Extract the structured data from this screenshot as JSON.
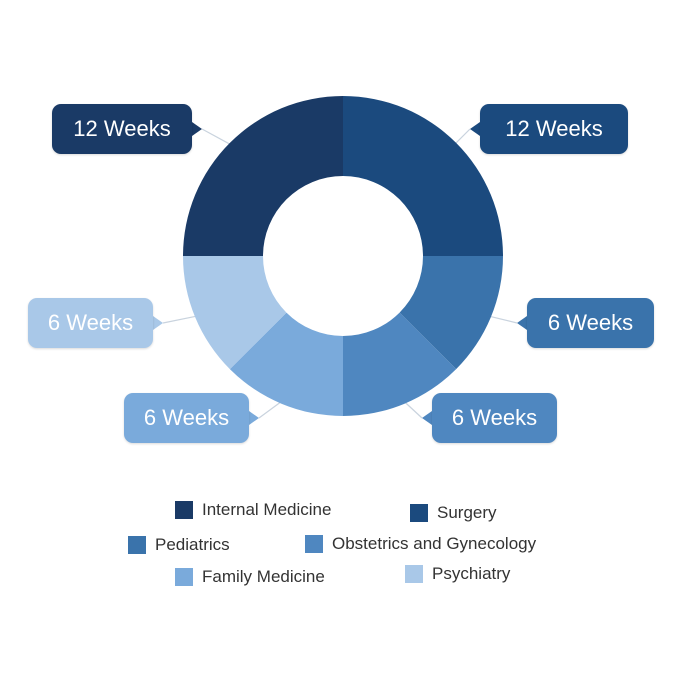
{
  "chart_data": {
    "type": "pie",
    "donut": true,
    "unit": "Weeks",
    "categories": [
      "Surgery",
      "Pediatrics",
      "Obstetrics and Gynecology",
      "Family Medicine",
      "Psychiatry",
      "Internal Medicine"
    ],
    "values": [
      12,
      6,
      6,
      6,
      6,
      12
    ],
    "colors": [
      "#1b4a7e",
      "#3a73ab",
      "#4f87c0",
      "#7aaadb",
      "#a9c8e8",
      "#1a3a66"
    ],
    "data_labels": [
      "12 Weeks",
      "6 Weeks",
      "6 Weeks",
      "6 Weeks",
      "6 Weeks",
      "12 Weeks"
    ],
    "legend_position": "bottom",
    "title": ""
  },
  "legend": [
    {
      "label": "Internal Medicine",
      "color": "#1a3a66"
    },
    {
      "label": "Surgery",
      "color": "#1b4a7e"
    },
    {
      "label": "Pediatrics",
      "color": "#3a73ab"
    },
    {
      "label": "Obstetrics and Gynecology",
      "color": "#4f87c0"
    },
    {
      "label": "Family Medicine",
      "color": "#7aaadb"
    },
    {
      "label": "Psychiatry",
      "color": "#a9c8e8"
    }
  ]
}
